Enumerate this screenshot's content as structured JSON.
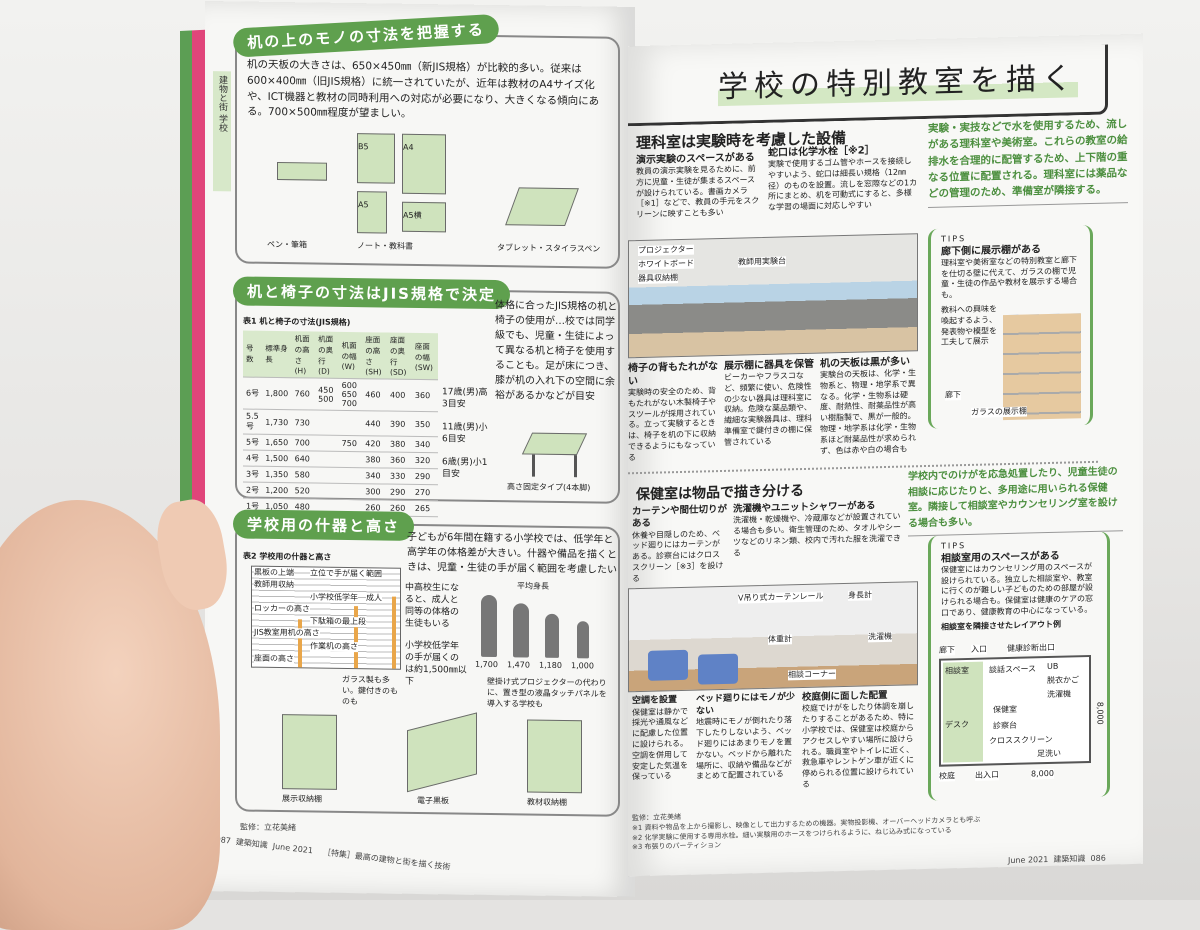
{
  "left_page": {
    "side_tab": "建物と街",
    "side_sub": "学校",
    "section1": {
      "heading": "机の上のモノの寸法を把握する",
      "text": "机の天板の大きさは、650×450㎜（新JIS規格）が比較的多い。従来は600×400㎜（旧JIS規格）に統一されていたが、近年は教材のA4サイズ化や、ICT機器と教材の同時利用への対応が必要になり、大きくなる傾向にある。700×500㎜程度が望ましい。",
      "labels": [
        "B5",
        "A4",
        "A5",
        "A5横",
        "ペン・筆箱",
        "ノート・教科書",
        "タブレット・スタイラスペン"
      ]
    },
    "section2": {
      "heading": "机と椅子の寸法はJIS規格で決定",
      "text": "体格に合ったJIS規格の机と椅子の使用が…校では同学級でも、児童・生徒によって異なる机と椅子を使用することも。足が床につき、膝が机の入れ下の空間に余裕があるかなどが目安",
      "table_title": "表1 机と椅子の寸法(JIS規格)",
      "table_headers": [
        "号数",
        "標準身長",
        "机面の高さ(H)",
        "机面の奥行(D)",
        "机面の幅(W)",
        "座面の高さ(SH)",
        "座面の奥行(SD)",
        "座面の幅(SW)"
      ],
      "table_rows": [
        [
          "6号",
          "1,800",
          "760",
          "450 500",
          "600 650 700",
          "460",
          "400",
          "360"
        ],
        [
          "5.5号",
          "1,730",
          "730",
          "",
          "",
          "440",
          "390",
          "350"
        ],
        [
          "5号",
          "1,650",
          "700",
          "",
          "750",
          "420",
          "380",
          "340"
        ],
        [
          "4号",
          "1,500",
          "640",
          "",
          "",
          "380",
          "360",
          "320"
        ],
        [
          "3号",
          "1,350",
          "580",
          "",
          "",
          "340",
          "330",
          "290"
        ],
        [
          "2号",
          "1,200",
          "520",
          "",
          "",
          "300",
          "290",
          "270"
        ],
        [
          "1号",
          "1,050",
          "480",
          "",
          "",
          "260",
          "260",
          "265"
        ]
      ],
      "notes": [
        "17歳(男)高3目安",
        "11歳(男)小6目安",
        "6歳(男)小1目安"
      ],
      "desk_caption": "高さ固定タイプ(4本脚)"
    },
    "section3": {
      "heading": "学校用の什器と高さ",
      "text": "子どもが6年間在籍する小学校では、低学年と高学年の体格差が大きい。什器や備品を描くときは、児童・生徒の手が届く範囲を考慮したい",
      "table_title": "表2 学校用の什器と高さ",
      "chart_labels": [
        "黒板の上端",
        "立位で手が届く範囲",
        "教師用収納",
        "小学校低学年",
        "成人",
        "ロッカーの高さ",
        "下駄箱の最上段",
        "JIS教室用机の高さ",
        "作業机の高さ",
        "座面の高さ"
      ],
      "note1": "中高校生になると、成人と同等の体格の生徒もいる",
      "note2": "小学校低学年の手が届くのは約1,500㎜以下",
      "avg_height_label": "平均身長",
      "heights": [
        "1,700",
        "1,470",
        "1,180",
        "1,000"
      ],
      "captions": [
        "展示収納棚",
        "電子黒板",
        "教材収納棚"
      ],
      "board_note": "壁掛け式プロジェクターの代わりに、置き型の液晶タッチパネルを導入する学校も",
      "glass_note": "ガラス製も多い。鍵付きのものも"
    },
    "supervisor": "監修：立花美緒",
    "footer": {
      "page": "087",
      "magazine": "建築知識",
      "date": "June 2021",
      "feature": "［特集］最高の建物と街を描く技術"
    }
  },
  "right_page": {
    "title": "学校の特別教室を描く",
    "science": {
      "heading": "理科室は実験時を考慮した設備",
      "intro": "実験・実技などで水を使用するため、流しがある理科室や美術室。これらの教室の給排水を合理的に配管するため、上下階の重なる位置に配置される。理科室には薬品などの管理のため、準備室が隣接する。",
      "items": [
        {
          "title": "演示実験のスペースがある",
          "text": "教員の演示実験を見るために、前方に児童・生徒が集まるスペースが設けられている。書画カメラ［※1］などで、教員の手元をスクリーンに映すことも多い"
        },
        {
          "title": "蛇口は化学水栓［※2］",
          "text": "実験で使用するゴム管やホースを接続しやすいよう、蛇口は細長い規格（12㎜径）のものを設置。流しを窓際などの1カ所にまとめ、机を可動式にすると、多様な学習の場面に対応しやすい"
        },
        {
          "title": "椅子の背もたれがない",
          "text": "実験時の安全のため、背もたれがない木製椅子やスツールが採用されている。立って実験するときは、椅子を机の下に収納できるようにもなっている"
        },
        {
          "title": "展示棚に器具を保管",
          "text": "ビーカーやフラスコなど、頻繁に使い、危険性の少ない器具は理科室に収納。危険な薬品類や、繊細な実験器具は、理科準備室で鍵付きの棚に保管されている"
        },
        {
          "title": "机の天板は黒が多い",
          "text": "実験台の天板は、化学・生物系と、物理・地学系で異なる。化学・生物系は硬度、耐熱性、耐薬品性が高い樹脂製で、黒が一般的。物理・地学系は化学・生物系ほど耐薬品性が求められず、色は赤や白の場合も"
        }
      ],
      "ill_labels": [
        "プロジェクター",
        "ホワイトボード",
        "器具収納棚",
        "教師用実験台"
      ],
      "tips": {
        "label": "TIPS",
        "title": "廊下側に展示棚がある",
        "text": "理科室や美術室などの特別教室と廊下を仕切る壁に代えて、ガラスの棚で児童・生徒の作品や教材を展示する場合も。",
        "note": "教科への興味を喚起するよう、発表物や模型を工夫して展示",
        "labels": [
          "廊下",
          "ガラスの展示棚"
        ]
      }
    },
    "health": {
      "heading": "保健室は物品で描き分ける",
      "intro": "学校内でのけがを応急処置したり、児童生徒の相談に応じたりと、多用途に用いられる保健室。隣接して相談室やカウンセリング室を設ける場合も多い。",
      "items": [
        {
          "title": "カーテンや間仕切りがある",
          "text": "休養や目隠しのため、ベッド廻りにはカーテンがある。診察台にはクロススクリーン［※3］を設ける"
        },
        {
          "title": "洗濯機やユニットシャワーがある",
          "text": "洗濯機・乾燥機や、冷蔵庫などが設置されている場合も多い。衛生管理のため、タオルやシーツなどのリネン類、校内で汚れた服を洗濯できる"
        },
        {
          "title": "空調を設置",
          "text": "保健室は静かで採光や通風などに配慮した位置に設けられる。空調を併用して安定した気温を保っている"
        },
        {
          "title": "ベッド廻りにはモノが少ない",
          "text": "地震時にモノが倒れたり落下したりしないよう、ベッド廻りにはあまりモノを置かない。ベッドから離れた場所に、収納や備品などがまとめて配置されている"
        },
        {
          "title": "校庭側に面した配置",
          "text": "校庭でけがをしたり体調を崩したりすることがあるため、特に小学校では、保健室は校庭からアクセスしやすい場所に設けられる。職員室やトイレに近く、救急車やレントゲン車が近くに停められる位置に設けられている"
        }
      ],
      "ill_labels": [
        "V吊り式カーテンレール",
        "身長計",
        "体重計",
        "洗濯機",
        "相談コーナー"
      ],
      "tips": {
        "label": "TIPS",
        "title": "相談室用のスペースがある",
        "text": "保健室にはカウンセリング用のスペースが設けられている。独立した相談室や、教室に行くのが難しい子どものための部屋が設けられる場合も。保健室は健康のケアの窓口であり、健康教育の中心になっている。",
        "plan_title": "相談室を隣接させたレイアウト例",
        "plan_labels": [
          "廊下",
          "入口",
          "健康診断出口",
          "洗濯機",
          "相談室",
          "談話スペース",
          "UB",
          "脱衣かご",
          "保健室",
          "デスク",
          "診察台",
          "足洗い",
          "出入口",
          "クロススクリーン",
          "校庭",
          "8,000",
          "8,000"
        ]
      }
    },
    "footnotes": [
      "監修：立花美緒",
      "※1 資料や物品を上から撮影し、映像として出力するための機器。実物投影機、オーバーヘッドカメラとも呼ぶ",
      "※2 化学実験に使用する専用水栓。細い実験用のホースをつけられるように、ねじ込み式になっている",
      "※3 布張りのパーティション"
    ],
    "footer": {
      "date": "June 2021",
      "magazine": "建築知識",
      "page": "086"
    }
  },
  "colors": {
    "accent_green": "#5fa04e",
    "pill_text": "#ffffff",
    "pink_edge": "#e0457a"
  }
}
